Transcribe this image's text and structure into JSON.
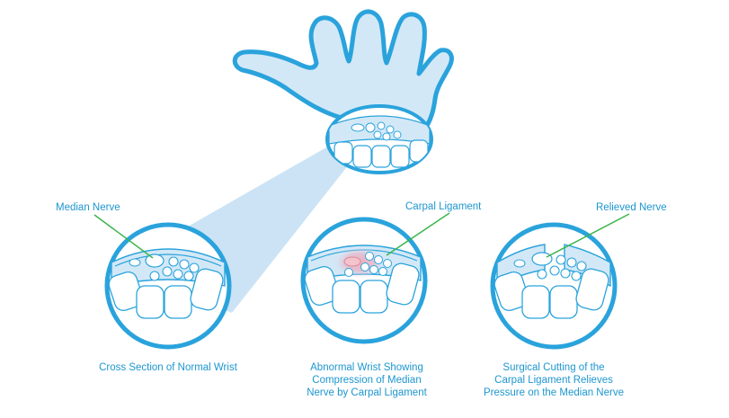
{
  "labels": {
    "median_nerve": "Median Nerve",
    "carpal_ligament": "Carpal Ligament",
    "relieved_nerve": "Relieved Nerve"
  },
  "captions": {
    "normal": "Cross Section of Normal Wrist",
    "abnormal_1": "Abnormal Wrist Showing",
    "abnormal_2": "Compression of Median",
    "abnormal_3": "Nerve by Carpal Ligament",
    "surgical_1": "Surgical Cutting of the",
    "surgical_2": "Carpal Ligament Relieves",
    "surgical_3": "Pressure on the Median Nerve"
  },
  "colors": {
    "outline": "#2aa3dc",
    "fill": "#d3e8f7",
    "bone": "#ffffff",
    "text": "#1d96cf",
    "leader": "#3ab54a",
    "inflamed": "#e8a0ae"
  }
}
